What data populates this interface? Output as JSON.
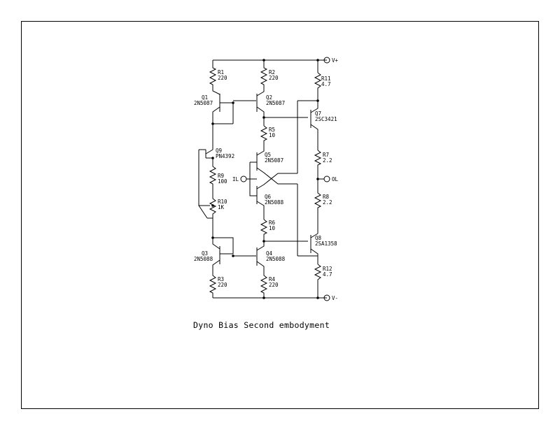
{
  "caption": "Dyno Bias Second embodyment",
  "terminals": {
    "vplus": "V+",
    "vminus": "V-",
    "il": "IL",
    "ol": "OL"
  },
  "transistors": [
    {
      "id": "Q1",
      "part": "2N5087"
    },
    {
      "id": "Q2",
      "part": "2N5087"
    },
    {
      "id": "Q3",
      "part": "2N5088"
    },
    {
      "id": "Q4",
      "part": "2N5088"
    },
    {
      "id": "Q5",
      "part": "2N5087"
    },
    {
      "id": "Q6",
      "part": "2N5088"
    },
    {
      "id": "Q7",
      "part": "2SC3421"
    },
    {
      "id": "Q8",
      "part": "2SA1358"
    },
    {
      "id": "Q9",
      "part": "PN4392"
    }
  ],
  "resistors": [
    {
      "id": "R1",
      "value": "220"
    },
    {
      "id": "R2",
      "value": "220"
    },
    {
      "id": "R3",
      "value": "220"
    },
    {
      "id": "R4",
      "value": "220"
    },
    {
      "id": "R5",
      "value": "10"
    },
    {
      "id": "R6",
      "value": "10"
    },
    {
      "id": "R7",
      "value": "2.2"
    },
    {
      "id": "R8",
      "value": "2.2"
    },
    {
      "id": "R9",
      "value": "100"
    },
    {
      "id": "R10",
      "value": "1K"
    },
    {
      "id": "R11",
      "value": "4.7"
    },
    {
      "id": "R12",
      "value": "4.7"
    }
  ]
}
